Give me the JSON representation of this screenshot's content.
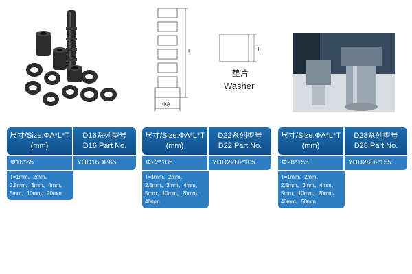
{
  "washer": {
    "label_cn": "垫片",
    "label_en": "Washer"
  },
  "drawing": {
    "label_l": "L",
    "label_diam": "ΦA",
    "label_t": "T"
  },
  "tables": [
    {
      "size_header_line1": "尺寸/Size:ΦA*L*T",
      "size_header_line2": "(mm)",
      "part_header_line1": "D16系列型号",
      "part_header_line2": "D16 Part No.",
      "size_value": "Φ16*65",
      "part_value": "YHD16DP65",
      "thickness_line1": "T=1mm、2mm、2.5mm、3mm、4mm、",
      "thickness_line2": "5mm、10mm、20mm"
    },
    {
      "size_header_line1": "尺寸/Size:ΦA*L*T",
      "size_header_line2": "(mm)",
      "part_header_line1": "D22系列型号",
      "part_header_line2": "D22 Part No.",
      "size_value": "Φ22*105",
      "part_value": "YHD22DP105",
      "thickness_line1": "T=1mm、2mm、2.5mm、3mm、4mm、",
      "thickness_line2": "5mm、10mm、20mm、40mm"
    },
    {
      "size_header_line1": "尺寸/Size:ΦA*L*T",
      "size_header_line2": "(mm)",
      "part_header_line1": "D28系列型号",
      "part_header_line2": "D28 Part No.",
      "size_value": "Φ28*155",
      "part_value": "YHD28DP155",
      "thickness_line1": "T=1mm、2mm、2.5mm、3mm、4mm、",
      "thickness_line2": "5mm、10mm、20mm、40mm、50mm"
    }
  ],
  "colors": {
    "header_blue": "#0e4f8c",
    "cell_blue": "#2d7ec2"
  }
}
